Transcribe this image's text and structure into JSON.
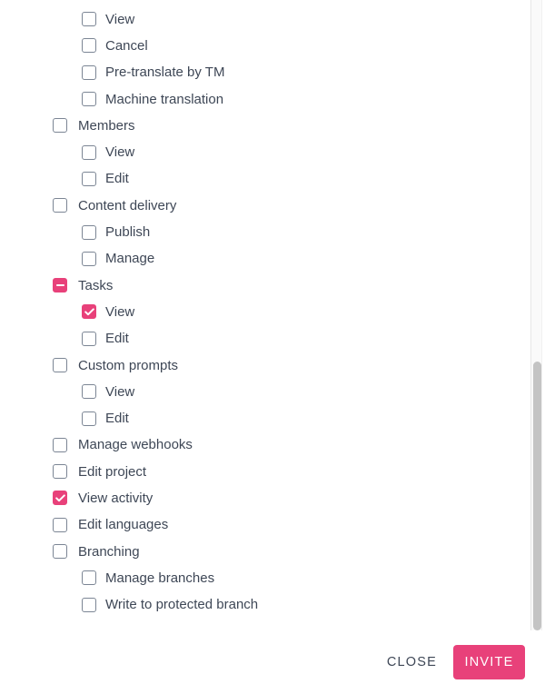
{
  "colors": {
    "accent_pink": "#e8417a",
    "label": "#3e4756",
    "checkbox_border": "#7b8594",
    "scrollbar_thumb": "#c4c4c4"
  },
  "permissions": {
    "rows": [
      {
        "label": "View",
        "level": 2,
        "state": "unchecked"
      },
      {
        "label": "Cancel",
        "level": 2,
        "state": "unchecked"
      },
      {
        "label": "Pre-translate by TM",
        "level": 2,
        "state": "unchecked"
      },
      {
        "label": "Machine translation",
        "level": 2,
        "state": "unchecked"
      },
      {
        "label": "Members",
        "level": 1,
        "state": "unchecked"
      },
      {
        "label": "View",
        "level": 2,
        "state": "unchecked"
      },
      {
        "label": "Edit",
        "level": 2,
        "state": "unchecked"
      },
      {
        "label": "Content delivery",
        "level": 1,
        "state": "unchecked"
      },
      {
        "label": "Publish",
        "level": 2,
        "state": "unchecked"
      },
      {
        "label": "Manage",
        "level": 2,
        "state": "unchecked"
      },
      {
        "label": "Tasks",
        "level": 1,
        "state": "indeterminate"
      },
      {
        "label": "View",
        "level": 2,
        "state": "checked"
      },
      {
        "label": "Edit",
        "level": 2,
        "state": "unchecked"
      },
      {
        "label": "Custom prompts",
        "level": 1,
        "state": "unchecked"
      },
      {
        "label": "View",
        "level": 2,
        "state": "unchecked"
      },
      {
        "label": "Edit",
        "level": 2,
        "state": "unchecked"
      },
      {
        "label": "Manage webhooks",
        "level": 1,
        "state": "unchecked"
      },
      {
        "label": "Edit project",
        "level": 1,
        "state": "unchecked"
      },
      {
        "label": "View activity",
        "level": 1,
        "state": "checked"
      },
      {
        "label": "Edit languages",
        "level": 1,
        "state": "unchecked"
      },
      {
        "label": "Branching",
        "level": 1,
        "state": "unchecked"
      },
      {
        "label": "Manage branches",
        "level": 2,
        "state": "unchecked"
      },
      {
        "label": "Write to protected branch",
        "level": 2,
        "state": "unchecked"
      }
    ]
  },
  "footer": {
    "close_label": "CLOSE",
    "invite_label": "INVITE"
  }
}
